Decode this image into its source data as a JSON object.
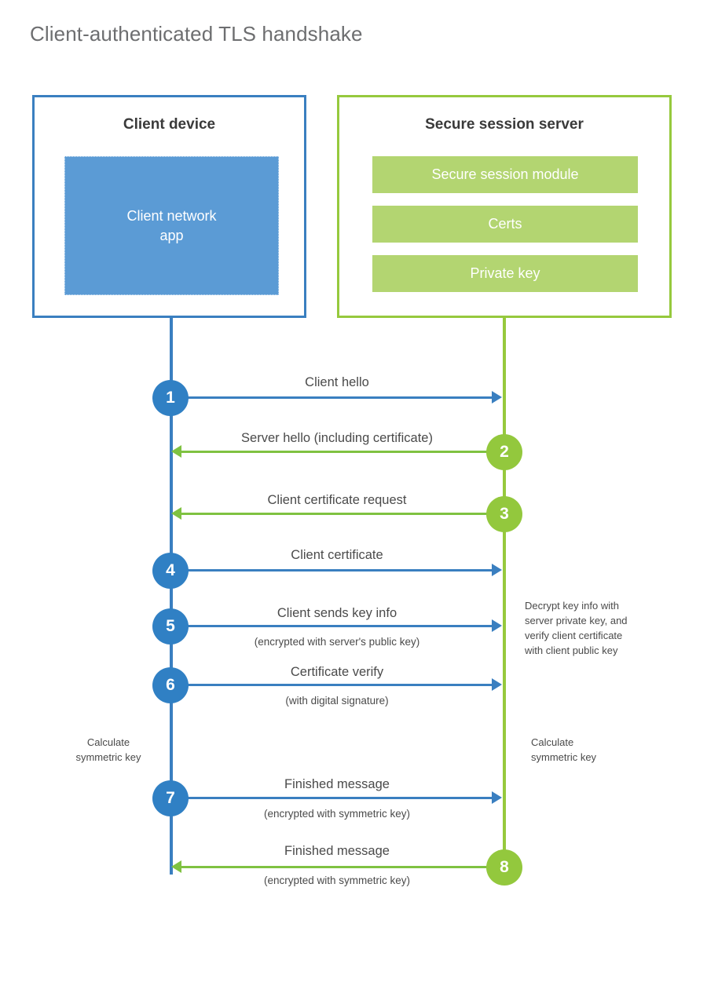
{
  "diagram": {
    "title": "Client-authenticated TLS handshake",
    "colors": {
      "client_blue": "#3a7fc0",
      "client_app_blue": "#5b9bd5",
      "step_blue": "#3080c4",
      "server_green": "#96c93d",
      "server_module_green": "#b3d571",
      "step_green": "#93c83d",
      "arrow_green": "#7fc241",
      "title_gray": "#6d6e70",
      "text_gray": "#4a4a4a"
    },
    "parties": {
      "client": {
        "title": "Client device",
        "app_label": "Client network\napp"
      },
      "server": {
        "title": "Secure session server",
        "modules": [
          {
            "label": "Secure session module"
          },
          {
            "label": "Certs"
          },
          {
            "label": "Private key"
          }
        ]
      }
    },
    "messages": [
      {
        "step": "1",
        "label": "Client hello",
        "sublabel": "",
        "direction": "client-to-server",
        "color": "blue"
      },
      {
        "step": "2",
        "label": "Server hello (including certificate)",
        "sublabel": "",
        "direction": "server-to-client",
        "color": "green"
      },
      {
        "step": "3",
        "label": "Client certificate request",
        "sublabel": "",
        "direction": "server-to-client",
        "color": "green"
      },
      {
        "step": "4",
        "label": "Client certificate",
        "sublabel": "",
        "direction": "client-to-server",
        "color": "blue"
      },
      {
        "step": "5",
        "label": "Client sends key info",
        "sublabel": "(encrypted with server's public key)",
        "direction": "client-to-server",
        "color": "blue"
      },
      {
        "step": "6",
        "label": "Certificate verify",
        "sublabel": "(with digital signature)",
        "direction": "client-to-server",
        "color": "blue"
      },
      {
        "step": "7",
        "label": "Finished message",
        "sublabel": "(encrypted with symmetric key)",
        "direction": "client-to-server",
        "color": "blue"
      },
      {
        "step": "8",
        "label": "Finished message",
        "sublabel": "(encrypted with symmetric key)",
        "direction": "server-to-client",
        "color": "green"
      }
    ],
    "notes": {
      "server_decrypt": "Decrypt key info with\nserver private key, and\nverify client certificate\nwith client public key",
      "client_calculate": "Calculate\nsymmetric key",
      "server_calculate": "Calculate\nsymmetric key"
    }
  }
}
